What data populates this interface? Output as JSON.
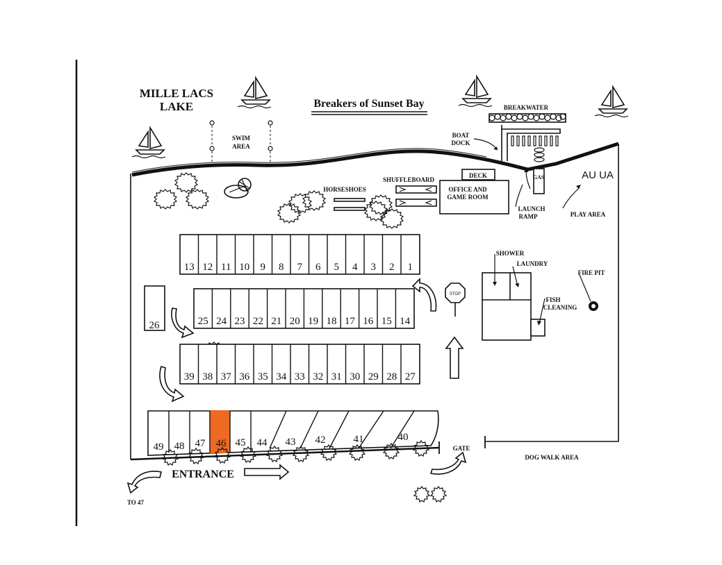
{
  "title": "Breakers of Sunset Bay",
  "lake_label": [
    "MILLE LACS",
    "LAKE"
  ],
  "labels": {
    "swim_area": [
      "SWIM",
      "AREA"
    ],
    "breakwater": "BREAKWATER",
    "boat_dock": [
      "BOAT",
      "DOCK"
    ],
    "deck": "DECK",
    "shuffleboard": "SHUFFLEBOARD",
    "horseshoes": "HORSESHOES",
    "office": [
      "OFFICE AND",
      "GAME ROOM"
    ],
    "launch_ramp": [
      "LAUNCH",
      "RAMP"
    ],
    "gas": "GAS",
    "play_area": "PLAY AREA",
    "shower": "SHOWER",
    "laundry": "LAUNDRY",
    "fish_cleaning": [
      "FISH",
      "CLEANING"
    ],
    "fire_pit": "FIRE PIT",
    "stop": "STOP",
    "gate": "GATE",
    "dog_walk_area": "DOG WALK AREA",
    "entrance": "ENTRANCE",
    "to_47": "TO 47",
    "play_equipment": "AU UA"
  },
  "rows": {
    "row1": [
      "13",
      "12",
      "11",
      "10",
      "9",
      "8",
      "7",
      "6",
      "5",
      "4",
      "3",
      "2",
      "1"
    ],
    "row2": [
      "25",
      "24",
      "23",
      "22",
      "21",
      "20",
      "19",
      "18",
      "17",
      "16",
      "15",
      "14"
    ],
    "row3": [
      "39",
      "38",
      "37",
      "36",
      "35",
      "34",
      "33",
      "32",
      "31",
      "30",
      "29",
      "28",
      "27"
    ],
    "row4": [
      "49",
      "48",
      "47",
      "46",
      "45",
      "44",
      "43",
      "42",
      "41",
      "40"
    ],
    "single": "26"
  },
  "highlighted_site": "46",
  "colors": {
    "highlight": "#ee6a22",
    "ink": "#111111"
  }
}
